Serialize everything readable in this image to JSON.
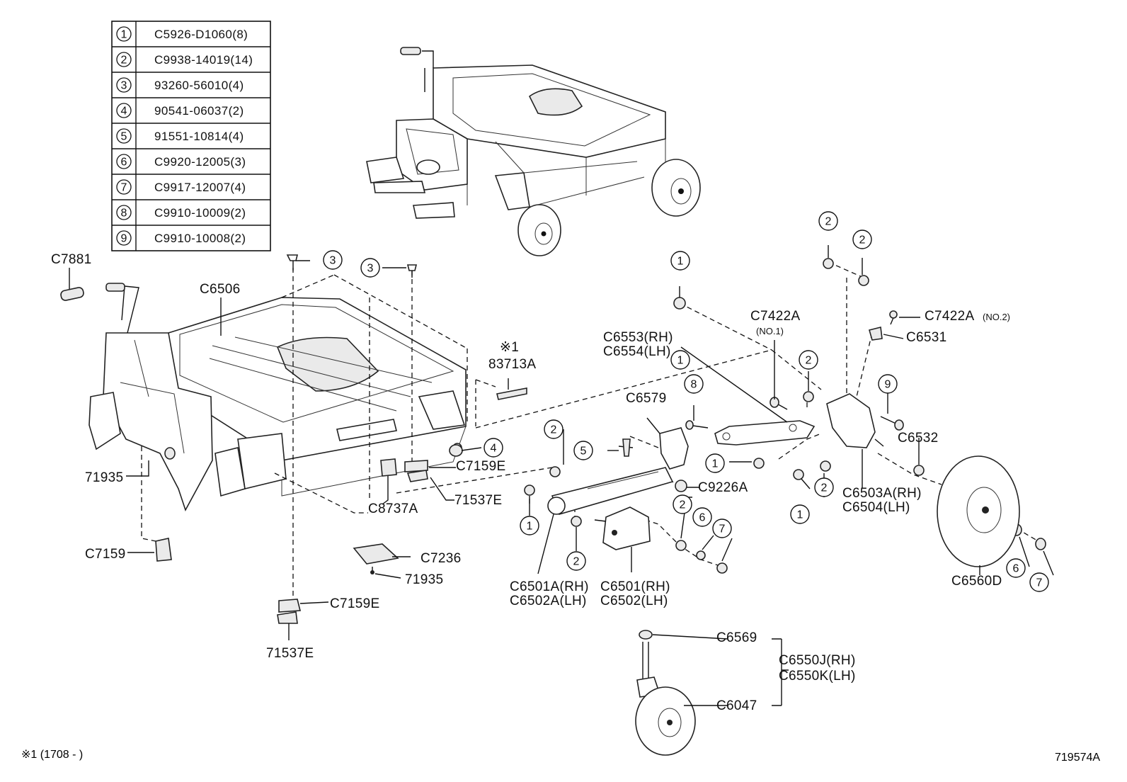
{
  "parts_table": [
    {
      "no": "1",
      "part": "C5926-D1060(8)"
    },
    {
      "no": "2",
      "part": "C9938-14019(14)"
    },
    {
      "no": "3",
      "part": "93260-56010(4)"
    },
    {
      "no": "4",
      "part": "90541-06037(2)"
    },
    {
      "no": "5",
      "part": "91551-10814(4)"
    },
    {
      "no": "6",
      "part": "C9920-12005(3)"
    },
    {
      "no": "7",
      "part": "C9917-12007(4)"
    },
    {
      "no": "8",
      "part": "C9910-10009(2)"
    },
    {
      "no": "9",
      "part": "C9910-10008(2)"
    }
  ],
  "labels": {
    "c7881": "C7881",
    "c6506": "C6506",
    "note_83713a_mark": "※1",
    "l83713a": "83713A",
    "c7422a_no1": "C7422A",
    "no1": "(NO.1)",
    "c7422a_no2": "C7422A",
    "no2": "(NO.2)",
    "c6531": "C6531",
    "c6553": "C6553(RH)",
    "c6554": "C6554(LH)",
    "c6579": "C6579",
    "c6532": "C6532",
    "c9226a": "C9226A",
    "c7159e_a": "C7159E",
    "l71537e_a": "71537E",
    "c8737a": "C8737A",
    "l71935_a": "71935",
    "c7159": "C7159",
    "c7236": "C7236",
    "l71935_b": "71935",
    "c7159e_b": "C7159E",
    "l71537e_b": "71537E",
    "c6503a": "C6503A(RH)",
    "c6504": "C6504(LH)",
    "c6501a": "C6501A(RH)",
    "c6502a": "C6502A(LH)",
    "c6501": "C6501(RH)",
    "c6502": "C6502(LH)",
    "c6560d": "C6560D",
    "c6569": "C6569",
    "c6550j": "C6550J(RH)",
    "c6550k": "C6550K(LH)",
    "c6047": "C6047"
  },
  "callouts": [
    "3",
    "3",
    "4",
    "1",
    "2",
    "2",
    "1",
    "2",
    "8",
    "9",
    "5",
    "1",
    "2",
    "2",
    "1",
    "2",
    "6",
    "7",
    "1",
    "2",
    "6",
    "7"
  ],
  "footer": {
    "note": "※1 (1708 -     )",
    "illustration_no": "719574A"
  }
}
